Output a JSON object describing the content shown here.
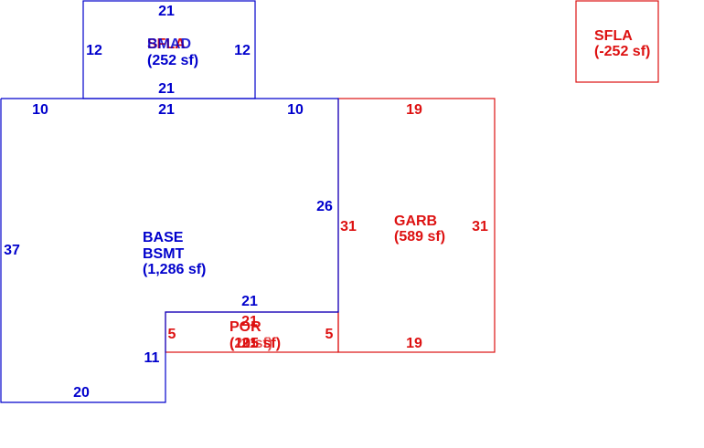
{
  "colors": {
    "blue": "#0000cc",
    "red": "#dd1111"
  },
  "areas": {
    "bmad": {
      "code": "BMAD",
      "overlay_code": "SFLA",
      "area": "(252 sf)"
    },
    "sfla": {
      "code": "SFLA",
      "area": "(-252 sf)"
    },
    "base": {
      "code1": "BASE",
      "code2": "BSMT",
      "area": "(1,286 sf)"
    },
    "garb": {
      "code": "GARB",
      "area": "(589 sf)"
    },
    "por": {
      "code": "POR",
      "area_overlay": "(105 sf)",
      "area": "(21 sf)"
    }
  },
  "dimensions": {
    "bmad_top": "21",
    "bmad_left": "12",
    "bmad_right": "12",
    "bmad_bottom": "21",
    "base_top_left": "10",
    "base_top_mid": "21",
    "base_top_right": "10",
    "base_left": "37",
    "base_right": "26",
    "base_inner_top": "21",
    "base_inner_left": "11",
    "base_bottom": "20",
    "garb_top": "19",
    "garb_left": "31",
    "garb_right": "31",
    "garb_bottom": "19",
    "por_top": "21",
    "por_bottom": "21",
    "por_left": "5",
    "por_right": "5"
  }
}
